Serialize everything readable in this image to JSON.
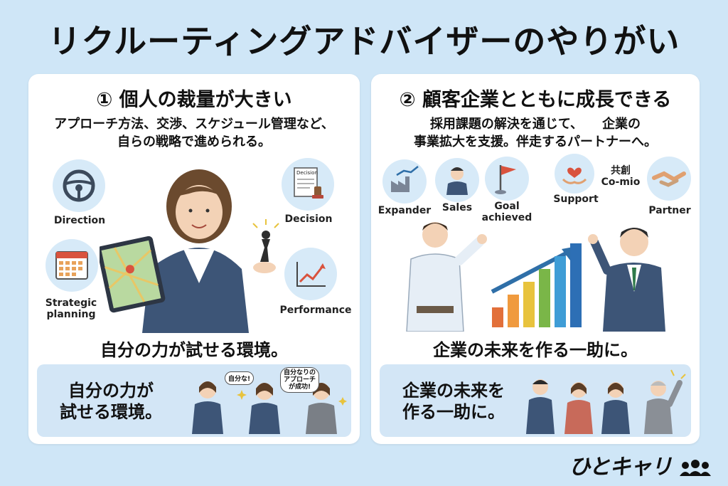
{
  "title": "リクルーティングアドバイザーのやりがい",
  "left": {
    "heading": "① 個人の裁量が大きい",
    "desc_line1": "アプローチ方法、交渉、スケジュール管理など、",
    "desc_line2": "自らの戦略で進められる。",
    "icons": {
      "direction": "Direction",
      "decision": "Decision",
      "decision_doc": "Decision",
      "strategic_1": "Strategic",
      "strategic_2": "planning",
      "performance": "Performance"
    },
    "caption": "自分の力が試せる環境。",
    "sub_line1": "自分の力が",
    "sub_line2": "試せる環境。",
    "bubble1": "自分な!",
    "bubble2_line1": "自分なりの",
    "bubble2_line2": "アプローチ",
    "bubble2_line3": "が成功!"
  },
  "right": {
    "heading": "② 顧客企業とともに成長できる",
    "desc_line1": "採用課題の解決を通じて、　　企業の",
    "desc_line2": "事業拡大を支援。伴走するパートナーへ。",
    "icons": {
      "expander": "Expander",
      "sales": "Sales",
      "goal_1": "Goal",
      "goal_2": "achieved",
      "support": "Support",
      "comio_1": "共創",
      "comio_2": "Co-mio",
      "partner": "Partner"
    },
    "caption": "企業の未来を作る一助に。",
    "sub_line1": "企業の未来を",
    "sub_line2": "作る一助に。"
  },
  "brand": "ひとキャリ",
  "colors": {
    "background": "#cfe6f7",
    "panel": "#ffffff",
    "accent_blue": "#2f6fa8",
    "suit": "#3d5577"
  },
  "chart_bars_colors": [
    "#e2703a",
    "#f09a3e",
    "#e8c33d",
    "#7ab648",
    "#3f9dd6",
    "#2d6fb5"
  ]
}
